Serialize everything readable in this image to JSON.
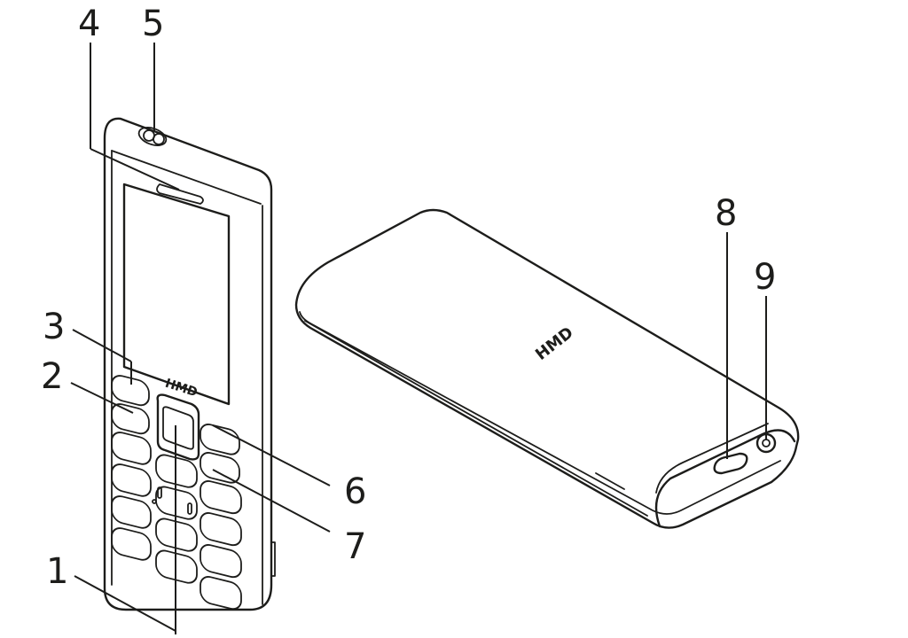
{
  "callouts": [
    {
      "id": "1",
      "label": "1"
    },
    {
      "id": "2",
      "label": "2"
    },
    {
      "id": "3",
      "label": "3"
    },
    {
      "id": "4",
      "label": "4"
    },
    {
      "id": "5",
      "label": "5"
    },
    {
      "id": "6",
      "label": "6"
    },
    {
      "id": "7",
      "label": "7"
    },
    {
      "id": "8",
      "label": "8"
    },
    {
      "id": "9",
      "label": "9"
    }
  ],
  "front_phone": {
    "logo": "HMD"
  },
  "back_phone": {
    "logo": "HMD"
  },
  "colors": {
    "line": "#1d1d1b",
    "background": "#ffffff"
  }
}
